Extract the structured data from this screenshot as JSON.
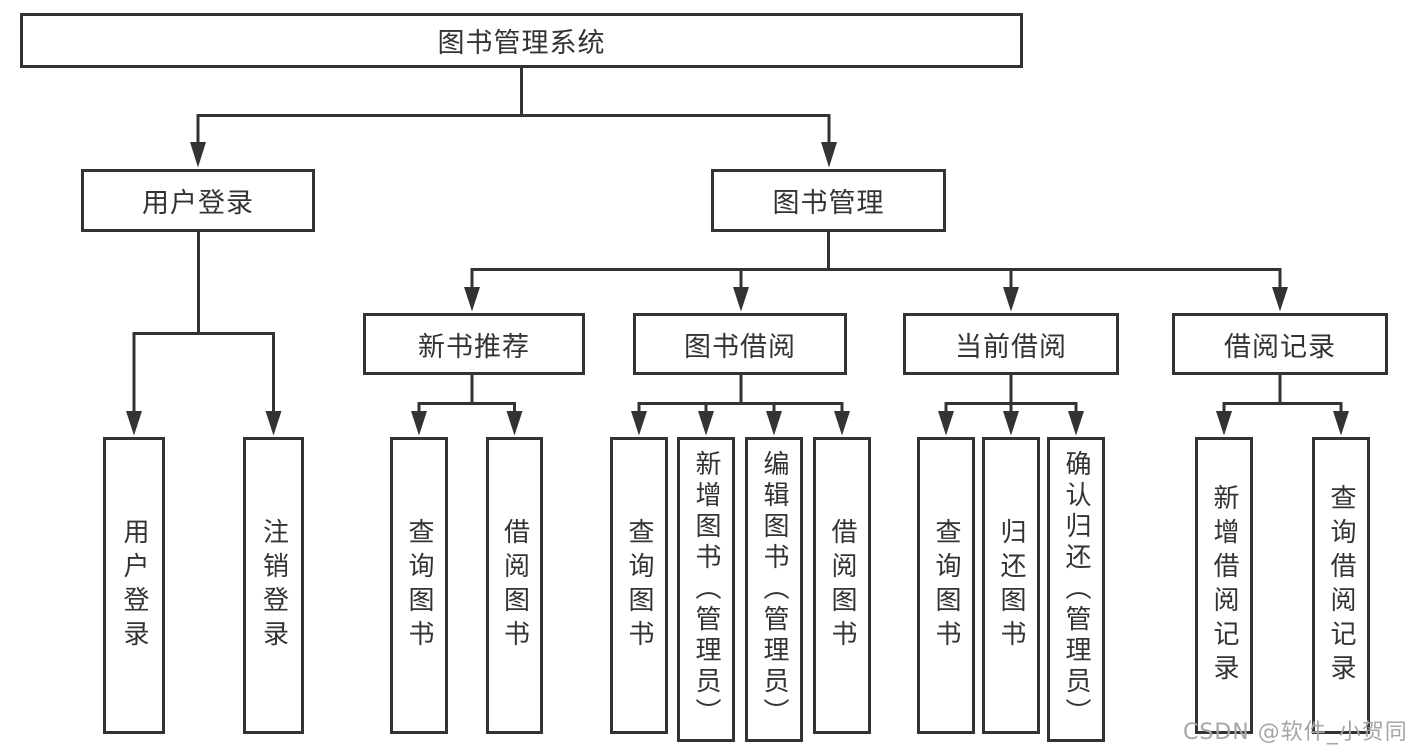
{
  "title": {
    "label": "图书管理系统"
  },
  "level2": {
    "user_login": "用户登录",
    "book_management": "图书管理"
  },
  "level3": {
    "new_book_recommend": "新书推荐",
    "book_borrowing": "图书借阅",
    "current_borrowing": "当前借阅",
    "borrow_records": "借阅记录"
  },
  "leaves": {
    "user_login": "用户登录",
    "logout": "注销登录",
    "recommend_query_book": "查询图书",
    "recommend_borrow_book": "借阅图书",
    "borrow_query_book": "查询图书",
    "borrow_add_book": "新增图书（管理员）",
    "borrow_edit_book": "编辑图书（管理员）",
    "borrow_borrow_book": "借阅图书",
    "current_query_book": "查询图书",
    "current_return_book": "归还图书",
    "current_confirm_return": "确认归还（管理员）",
    "records_add_record": "新增借阅记录",
    "records_query_record": "查询借阅记录"
  },
  "watermark": "CSDN @软件_小贺同学",
  "colors": {
    "line": "#333333",
    "text": "#333333",
    "watermark_gray": "#a6a6a6",
    "background": "#ffffff"
  }
}
